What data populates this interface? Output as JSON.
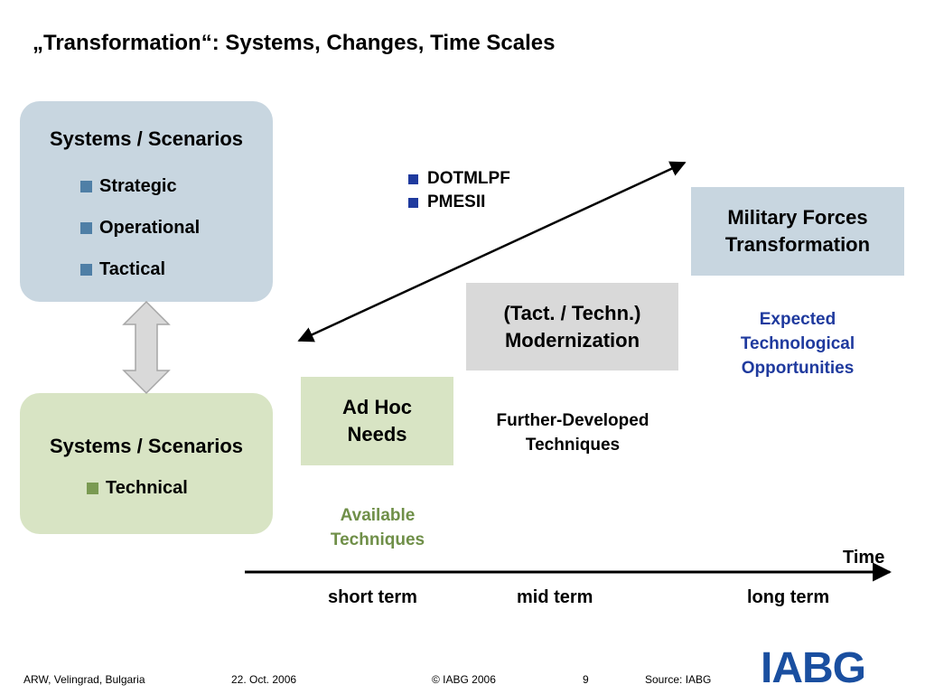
{
  "title": "„Transformation“: Systems, Changes, Time Scales",
  "panels": {
    "top": {
      "heading": "Systems / Scenarios",
      "items": [
        "Strategic",
        "Operational",
        "Tactical"
      ]
    },
    "bottom": {
      "heading": "Systems / Scenarios",
      "items": [
        "Technical"
      ]
    }
  },
  "dimensions": [
    "DOTMLPF",
    "PMESII"
  ],
  "boxes": {
    "ad_hoc": "Ad Hoc Needs",
    "modernization_line1": "(Tact. / Techn.)",
    "modernization_line2": "Modernization",
    "military_line1": "Military Forces",
    "military_line2": "Transformation"
  },
  "captions": {
    "expected_line1": "Expected",
    "expected_line2": "Technological",
    "expected_line3": "Opportunities",
    "further_line1": "Further-Developed",
    "further_line2": "Techniques",
    "available_line1": "Available",
    "available_line2": "Techniques"
  },
  "timeline": {
    "label": "Time",
    "terms": [
      "short term",
      "mid term",
      "long term"
    ]
  },
  "footer": {
    "location": "ARW, Velingrad, Bulgaria",
    "date": "22. Oct. 2006",
    "copyright": "© IABG 2006",
    "page": "9",
    "source": "Source: IABG"
  },
  "logo": "IABG",
  "colors": {
    "blue_panel": "#c8d6e0",
    "green_panel": "#d8e4c4",
    "grey_box": "#d9d9d9",
    "navy_text": "#1f3a9e",
    "green_text": "#6f8f48",
    "logo_blue": "#1a4fa0"
  }
}
